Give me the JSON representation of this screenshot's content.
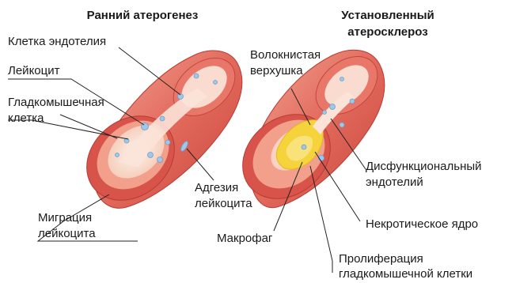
{
  "left_panel": {
    "title": "Ранний атерогенез",
    "labels": {
      "endothelial_cell": "Клетка эндотелия",
      "leukocyte": "Лейкоцит",
      "smooth_muscle_cell_line1": "Гладкомышечная",
      "smooth_muscle_cell_line2": "клетка",
      "leukocyte_adhesion_line1": "Адгезия",
      "leukocyte_adhesion_line2": "лейкоцита",
      "leukocyte_migration_line1": "Миграция",
      "leukocyte_migration_line2": "лейкоцита"
    }
  },
  "right_panel": {
    "title_line1": "Установленный",
    "title_line2": "атеросклероз",
    "labels": {
      "fibrous_cap_line1": "Волокнистая",
      "fibrous_cap_line2": "верхушка",
      "dysfunctional_endothelium_line1": "Дисфункциональный",
      "dysfunctional_endothelium_line2": "эндотелий",
      "necrotic_core": "Некротическое ядро",
      "macrophage": "Макрофаг",
      "smc_proliferation_line1": "Пролиферация",
      "smc_proliferation_line2": "гладкомышечной клетки"
    }
  },
  "colors": {
    "vessel_outer": "#d9534b",
    "vessel_mid": "#ee8f7f",
    "vessel_light": "#f7c8b8",
    "lumen": "#fbe9e0",
    "cells": "#9ec7e8",
    "plaque_yellow": "#f5d33a",
    "leader": "#222222"
  }
}
